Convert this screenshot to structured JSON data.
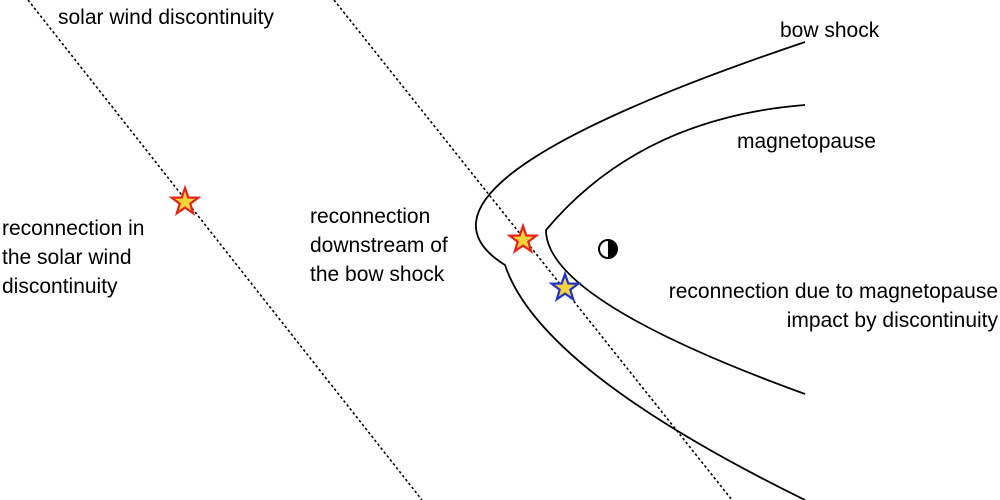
{
  "labels": {
    "solar_wind_discontinuity": "solar wind discontinuity",
    "bow_shock": "bow shock",
    "magnetopause": "magnetopause",
    "reconnection_solar_wind": [
      "reconnection in",
      "the solar wind",
      "discontinuity"
    ],
    "reconnection_downstream": [
      "reconnection",
      "downstream of",
      "the bow shock"
    ],
    "reconnection_magnetopause": [
      "reconnection due to magnetopause",
      "impact by discontinuity"
    ]
  },
  "colors": {
    "line": "#000000",
    "star_fill": "#f5d33a",
    "star_red_outline": "#e8221b",
    "star_blue_outline": "#2233cc"
  },
  "icons": {
    "earth": "half-filled-circle-icon",
    "red_star": "star-icon",
    "blue_star": "star-icon"
  }
}
